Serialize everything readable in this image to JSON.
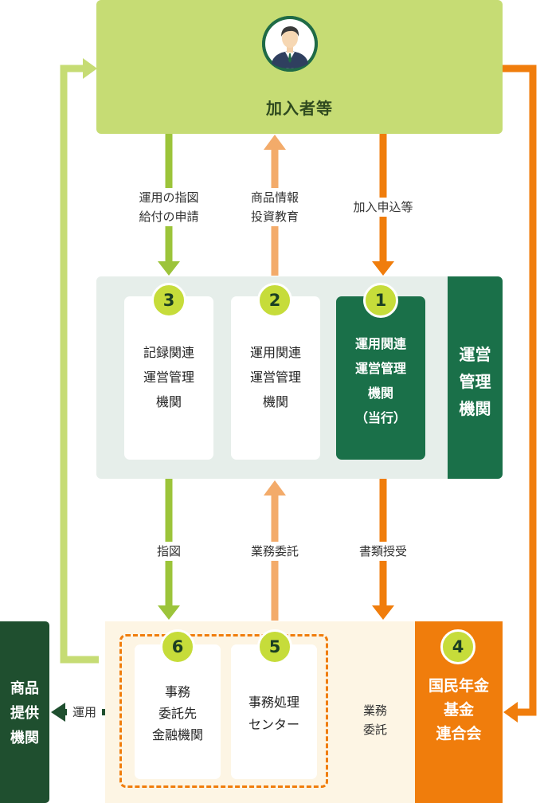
{
  "member": {
    "label": "加入者等",
    "icon": "person-avatar-icon"
  },
  "admin": {
    "side_label_lines": [
      "運営",
      "管理",
      "機関"
    ],
    "cards": [
      {
        "number": "3",
        "lines": [
          "記録関連",
          "運営管理",
          "機関"
        ]
      },
      {
        "number": "2",
        "lines": [
          "運用関連",
          "運営管理",
          "機関"
        ]
      },
      {
        "number": "1",
        "lines": [
          "運用関連",
          "運営管理",
          "機関",
          "（当行）"
        ]
      }
    ]
  },
  "flows_top": [
    {
      "lines": [
        "運用の指図",
        "給付の申請"
      ]
    },
    {
      "lines": [
        "商品情報",
        "投資教育"
      ]
    },
    {
      "lines": [
        "加入申込等"
      ]
    }
  ],
  "flows_middle": [
    {
      "label": "指図"
    },
    {
      "label": "業務委託"
    },
    {
      "label": "書類授受"
    }
  ],
  "bottom": {
    "cards": [
      {
        "number": "6",
        "lines": [
          "事務",
          "委託先",
          "金融機関"
        ]
      },
      {
        "number": "5",
        "lines": [
          "事務処理",
          "センター"
        ]
      }
    ],
    "pension": {
      "number": "4",
      "lines": [
        "国民年金",
        "基金",
        "連合会"
      ]
    },
    "pension_flow_lines": [
      "業務",
      "委託"
    ],
    "operation_label": "運用"
  },
  "provider": {
    "lines": [
      "商品",
      "提供",
      "機関"
    ]
  },
  "colors": {
    "light_green": "#c6dc74",
    "lime_arrow": "#9cc43a",
    "dark_green": "#1a7049",
    "orange": "#f07d0c",
    "light_orange": "#f3ab6a",
    "badge": "#c6dc3a"
  }
}
